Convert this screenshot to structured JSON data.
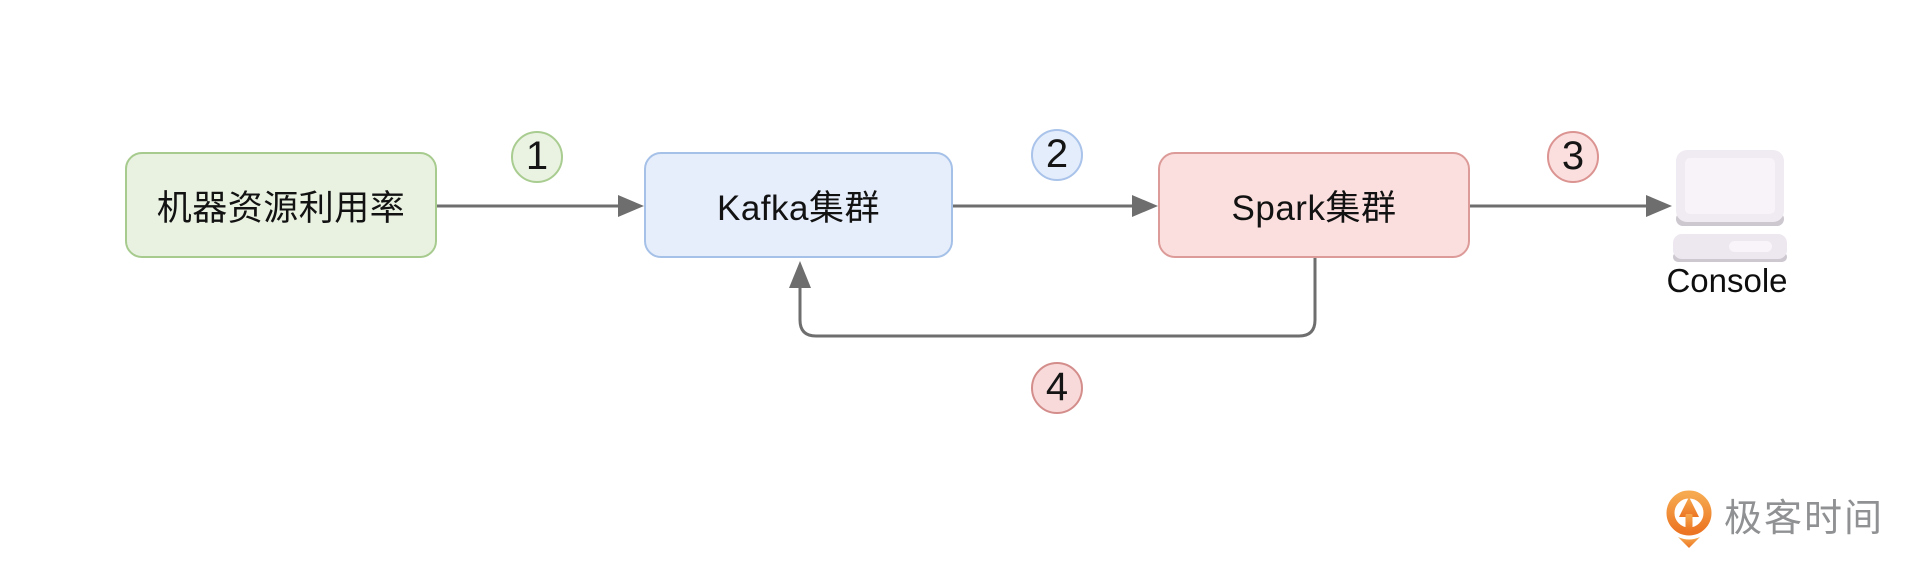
{
  "diagram": {
    "title_hint": "Kafka-Spark streaming pipeline flow",
    "nodes": [
      {
        "id": "machine-utilization",
        "label": "机器资源利用率",
        "fill": "#e9f2e1",
        "border": "#a7cb8e"
      },
      {
        "id": "kafka-cluster",
        "label": "Kafka集群",
        "fill": "#e7eefb",
        "border": "#a6c1e8"
      },
      {
        "id": "spark-cluster",
        "label": "Spark集群",
        "fill": "#fbdfde",
        "border": "#dc9b98"
      }
    ],
    "badges": [
      {
        "label": "1",
        "fill": "#eaf3e2",
        "border": "#a9cc90"
      },
      {
        "label": "2",
        "fill": "#e4edfb",
        "border": "#a9c3ea"
      },
      {
        "label": "3",
        "fill": "#fbdfde",
        "border": "#db9491"
      },
      {
        "label": "4",
        "fill": "#f9dada",
        "border": "#d38d8b"
      }
    ],
    "edges": [
      {
        "from": "machine-utilization",
        "to": "kafka-cluster",
        "step": "1"
      },
      {
        "from": "kafka-cluster",
        "to": "spark-cluster",
        "step": "2"
      },
      {
        "from": "spark-cluster",
        "to": "console",
        "step": "3"
      },
      {
        "from": "spark-cluster",
        "to": "kafka-cluster",
        "step": "4",
        "type": "feedback-loop"
      }
    ],
    "console_label": "Console",
    "arrow_color": "#6e6e6e"
  },
  "footer": {
    "brand": "极客时间",
    "brand_color": "#8f9193",
    "logo_colors": {
      "top": "#f6a94f",
      "bottom": "#ec7523"
    }
  }
}
